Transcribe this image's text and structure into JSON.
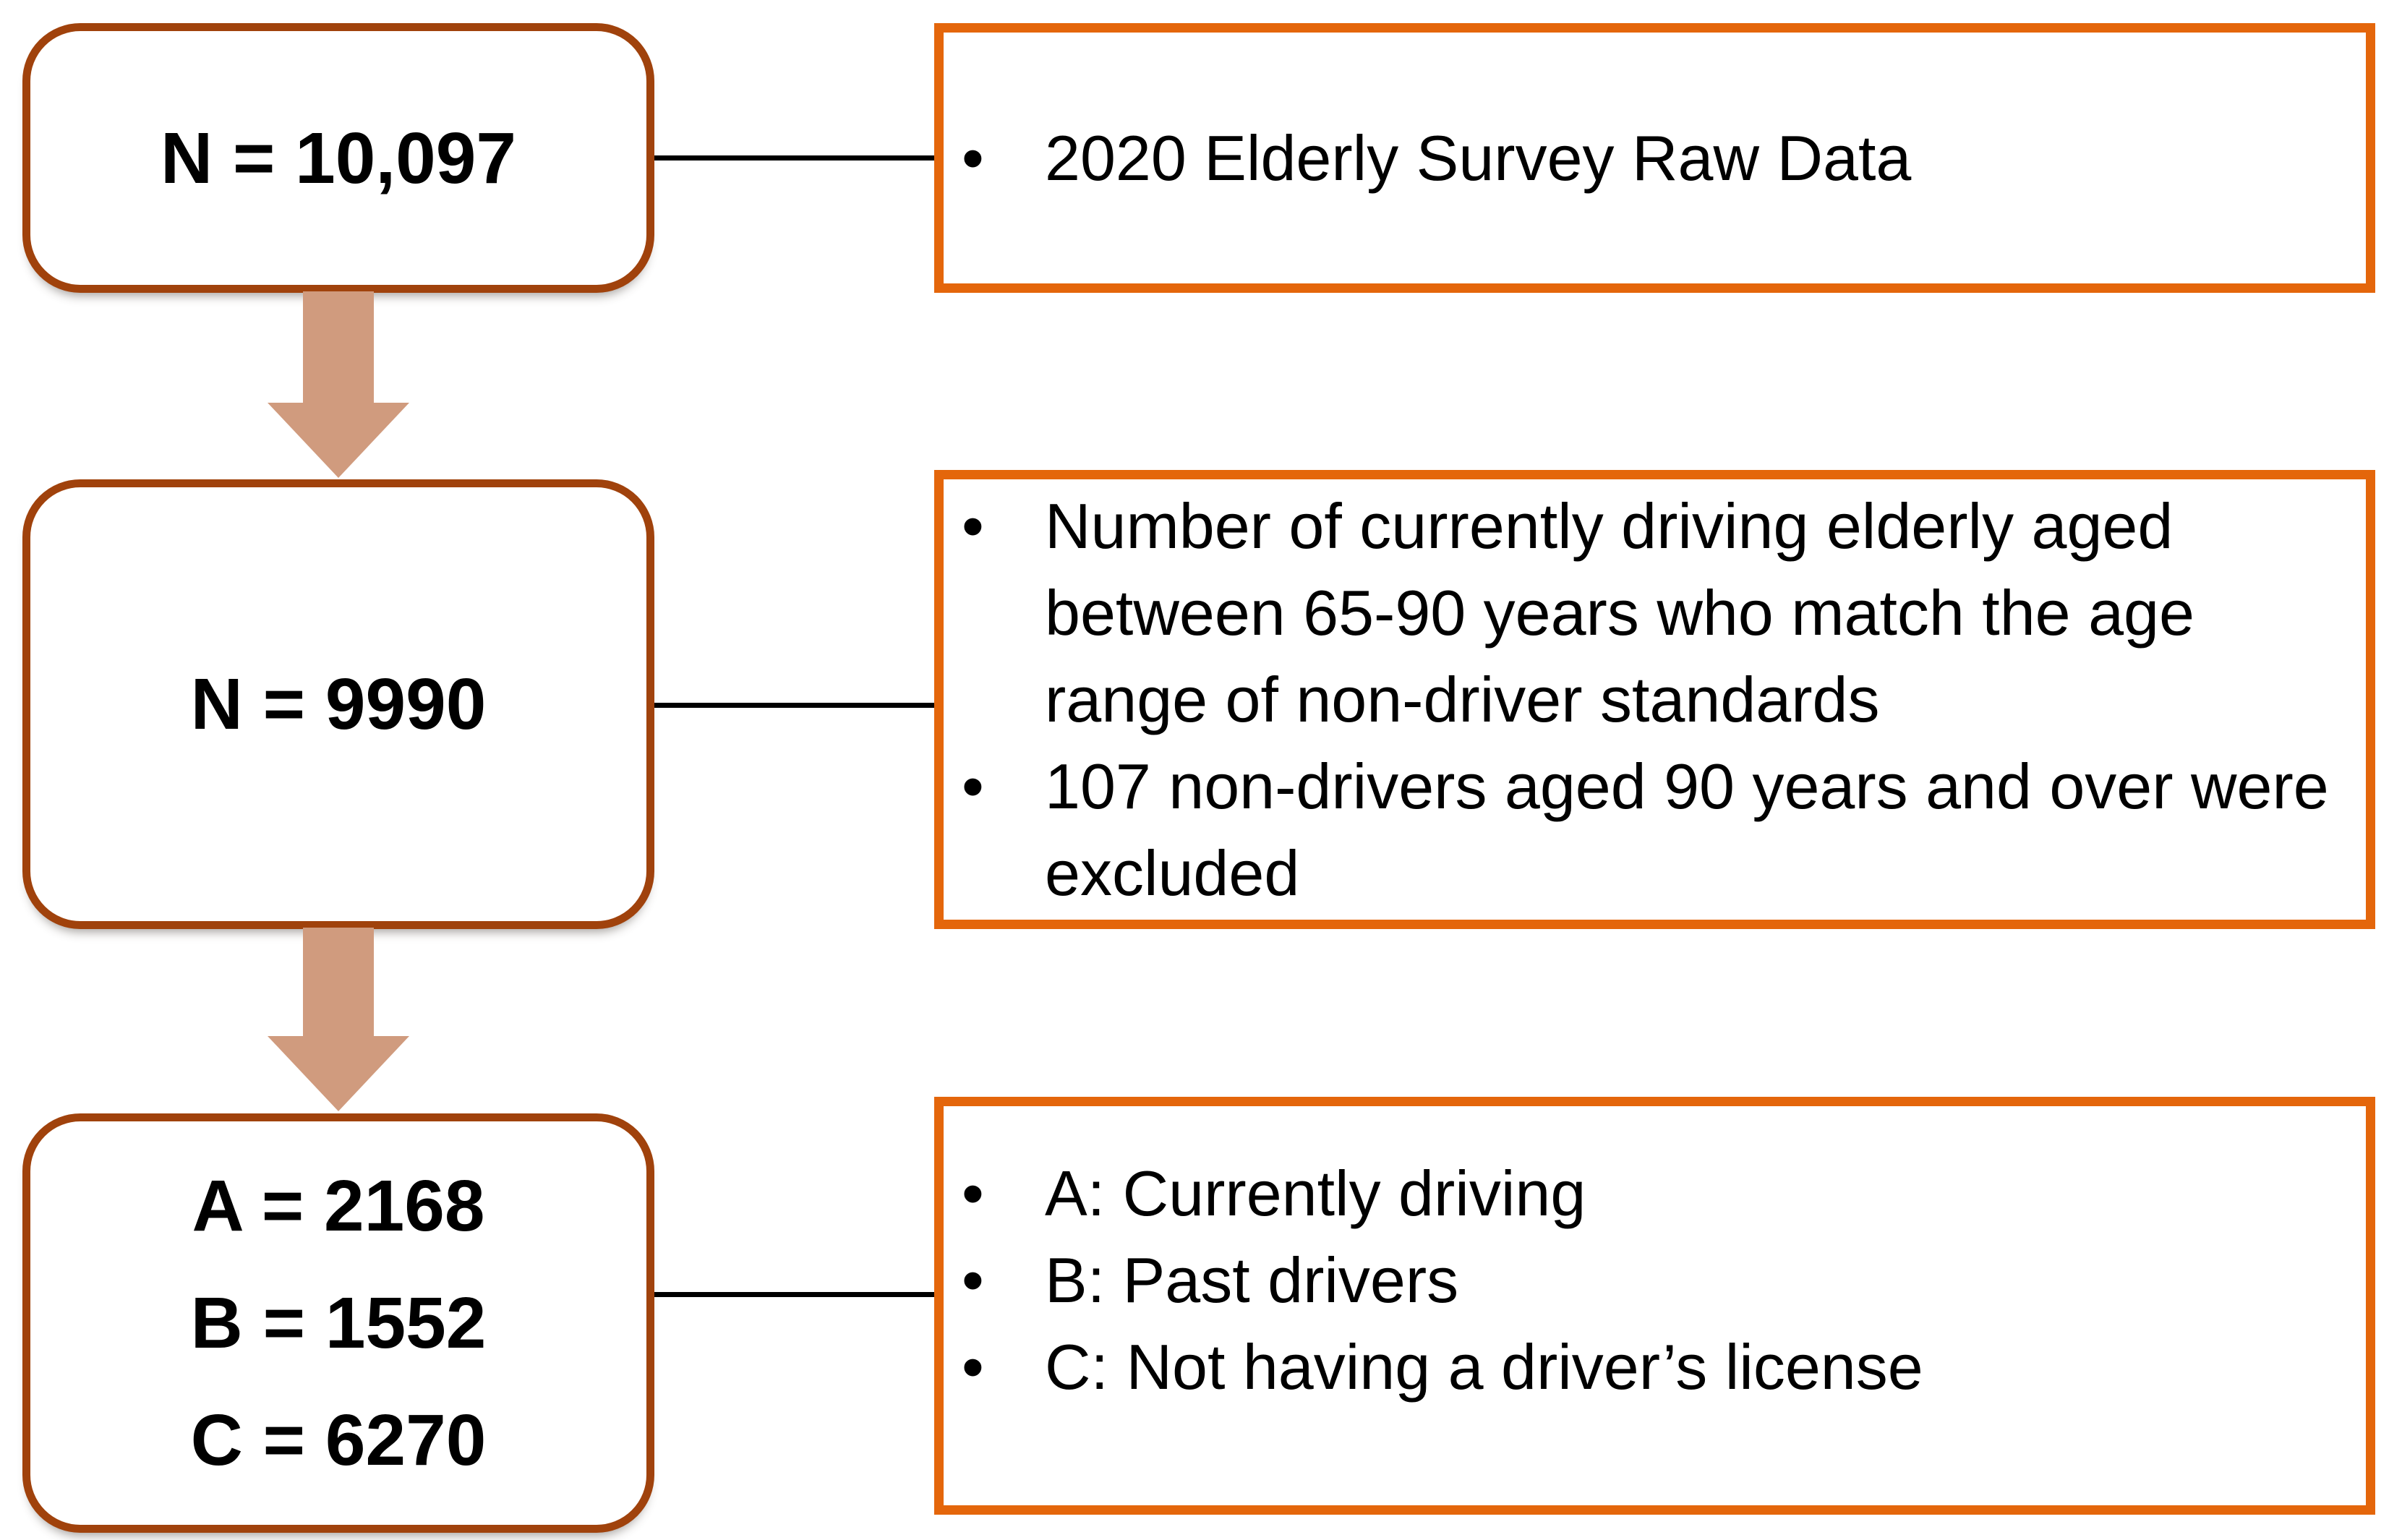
{
  "diagram": {
    "bullet_glyph": "•",
    "left_nodes": [
      {
        "lines": [
          "N = 10,097"
        ]
      },
      {
        "lines": [
          "N = 9990"
        ]
      },
      {
        "lines": [
          "A = 2168",
          "B = 1552",
          "C = 6270"
        ]
      }
    ],
    "right_notes": [
      {
        "bullets": [
          {
            "lines": [
              "2020 Elderly Survey Raw Data"
            ]
          }
        ]
      },
      {
        "bullets": [
          {
            "lines": [
              "Number of currently driving elderly aged",
              "between 65-90 years who match the age",
              "range of non-driver standards"
            ]
          },
          {
            "lines": [
              "107 non-drivers aged 90 years and over were",
              "excluded"
            ]
          }
        ]
      },
      {
        "bullets": [
          {
            "lines": [
              "A: Currently driving"
            ]
          },
          {
            "lines": [
              "B: Past drivers"
            ]
          },
          {
            "lines": [
              "C: Not having a driver’s license"
            ]
          }
        ]
      }
    ],
    "colors": {
      "node_border": "#A0420C",
      "note_border": "#E4660B",
      "arrow_fill": "#D09B7E",
      "connector": "#000000",
      "text": "#000000",
      "background": "#FFFFFF"
    }
  }
}
